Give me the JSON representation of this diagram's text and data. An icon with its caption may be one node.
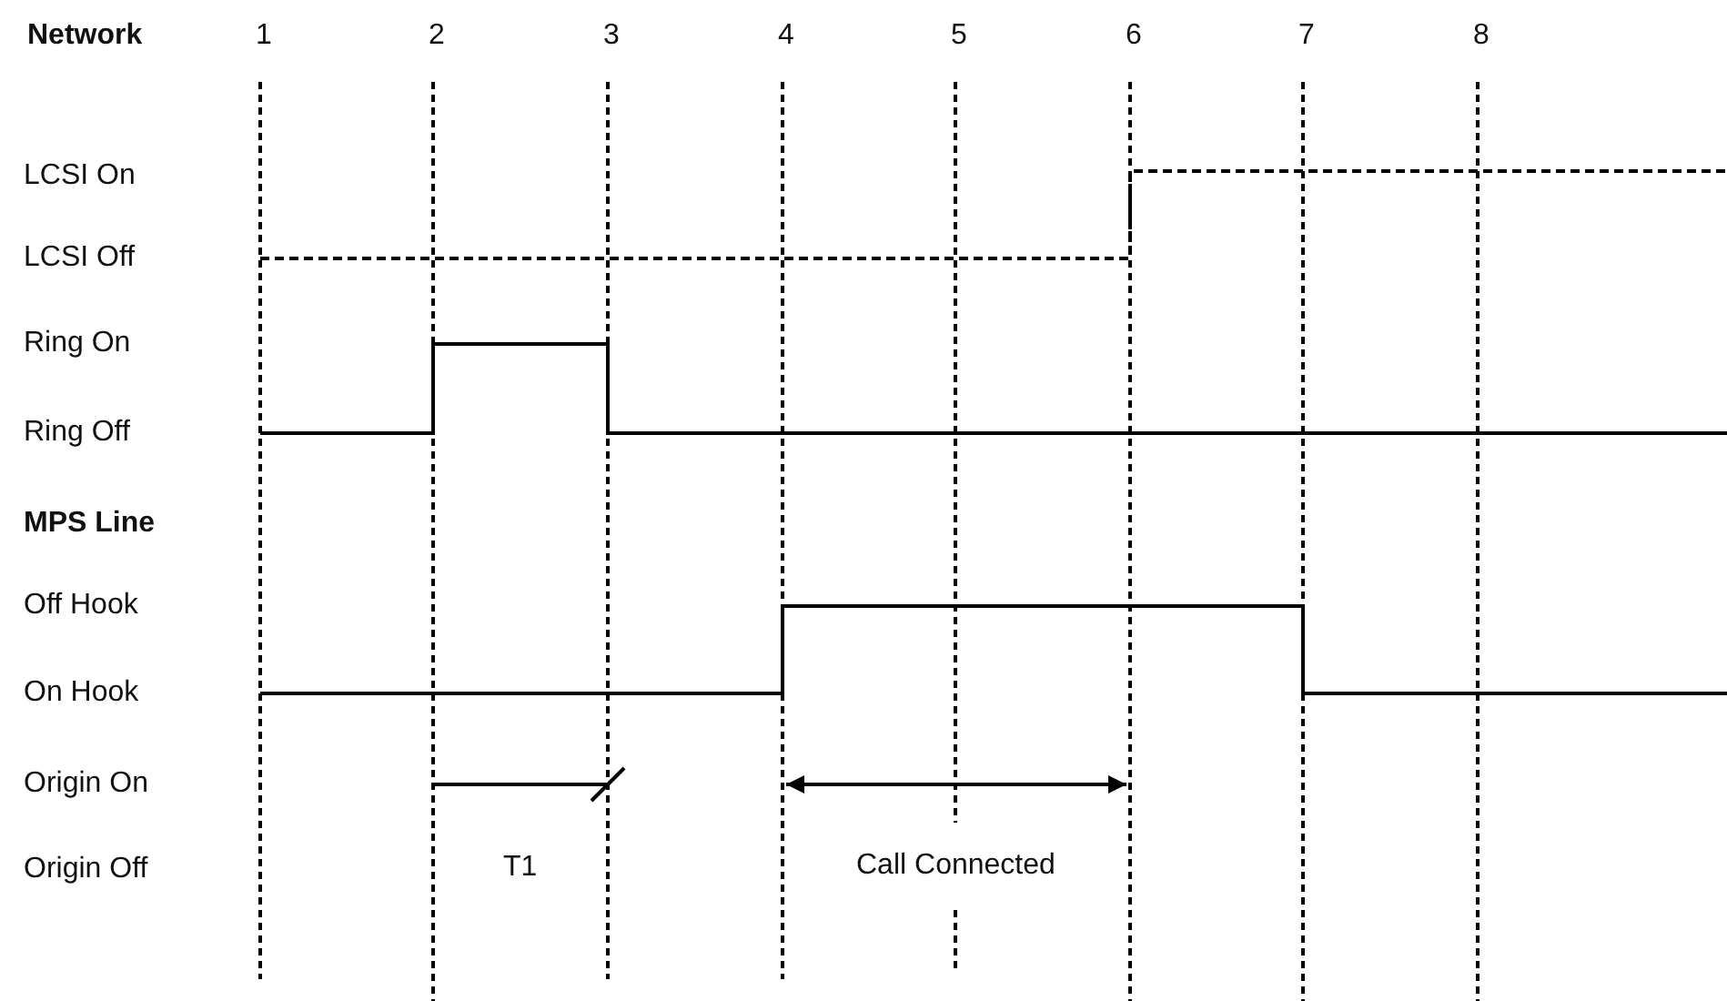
{
  "diagram": {
    "labels": [
      "Network",
      "1",
      "2",
      "3",
      "4",
      "5",
      "6",
      "7",
      "8",
      "LCSI On",
      "LCSI Off",
      "Ring On",
      "Ring Off",
      "MPS Line",
      "Off Hook",
      "On Hook",
      "Origin On",
      "Origin Off",
      "T1",
      "Call Connected"
    ]
  }
}
